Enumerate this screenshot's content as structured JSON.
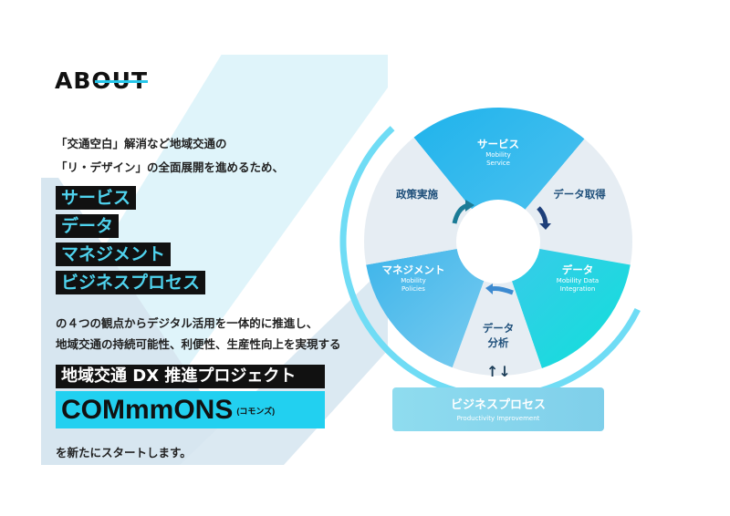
{
  "heading": "ABOUT",
  "intro": [
    "「交通空白」解消など地域交通の",
    "「リ・デザイン」の全面展開を進めるため、"
  ],
  "pillars": [
    "サービス",
    "データ",
    "マネジメント",
    "ビジネスプロセス"
  ],
  "body": [
    "の４つの観点からデジタル活用を一体的に推進し、",
    "地域交通の持続可能性、利便性、生産性向上を実現する"
  ],
  "project_title": "地域交通 DX 推進プロジェクト",
  "project_name": "COMmmONS",
  "project_reading": "(コモンズ)",
  "closing": "を新たにスタートします。",
  "wheel": {
    "service": {
      "title": "サービス",
      "sub1": "Mobility",
      "sub2": "Service"
    },
    "data_acquisition": "データ取得",
    "data": {
      "title": "データ",
      "sub1": "Mobility Data",
      "sub2": "Integration"
    },
    "analysis": [
      "データ",
      "分析"
    ],
    "management": {
      "title": "マネジメント",
      "sub1": "Mobility",
      "sub2": "Policies"
    },
    "policy": "政策実施",
    "updown": "↑↓",
    "business": {
      "title": "ビジネスプロセス",
      "sub": "Productivity Improvement"
    }
  },
  "colors": {
    "accent": "#22d0f0",
    "dark": "#111111"
  }
}
